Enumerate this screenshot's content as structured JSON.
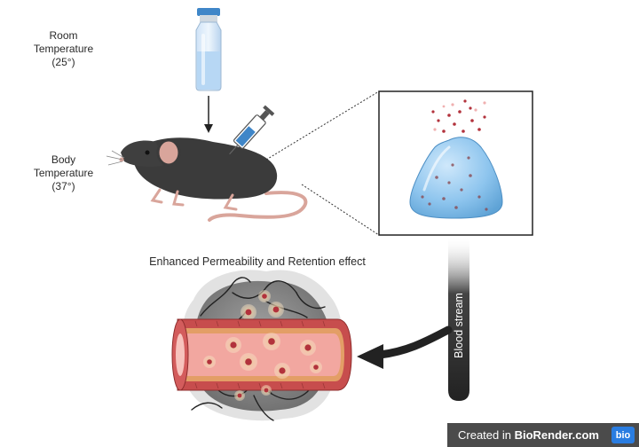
{
  "labels": {
    "room": [
      "Room",
      "Temperature",
      "(25°)"
    ],
    "body": [
      "Body",
      "Temperature",
      "(37°)"
    ],
    "epr_title": "Enhanced Permeability and Retention effect",
    "blood_stream": "Blood stream"
  },
  "badge": {
    "prefix": "Created in ",
    "brand": "BioRender.com",
    "logo": "bio"
  },
  "colors": {
    "vial_liquid": "#b7d7f4",
    "vial_cap": "#3f86c8",
    "mouse_body": "#3b3b3b",
    "mouse_skin": "#d9a59b",
    "hydrogel": "#8ec5ee",
    "nanoparticle": "#b2323c",
    "vessel_wall": "#c74d4d",
    "vessel_lumen": "#f2a7a0",
    "tumor": "#8f8f8f",
    "blood_stream_bar": "#2d2d2d",
    "badge_bg": "#4b4b4b",
    "badge_logo_bg": "#2a7de1"
  },
  "icons": [
    "vial-icon",
    "syringe-icon",
    "mouse-icon",
    "hydrogel-icon",
    "tumor-icon",
    "blood-vessel-icon",
    "curved-arrow-icon"
  ]
}
